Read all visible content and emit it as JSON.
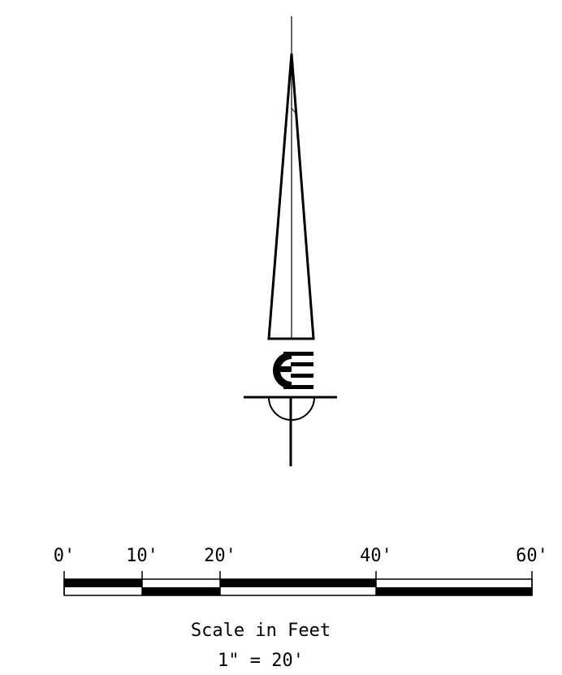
{
  "north_arrow": {
    "letter_icon": "ge-monogram-icon"
  },
  "scale_bar": {
    "units": "feet",
    "ticks": [
      {
        "value": 0,
        "label": "0'"
      },
      {
        "value": 10,
        "label": "10'"
      },
      {
        "value": 20,
        "label": "20'"
      },
      {
        "value": 40,
        "label": "40'"
      },
      {
        "value": 60,
        "label": "60'"
      }
    ],
    "caption": "Scale in Feet",
    "ratio": "1\"  =  20'"
  }
}
